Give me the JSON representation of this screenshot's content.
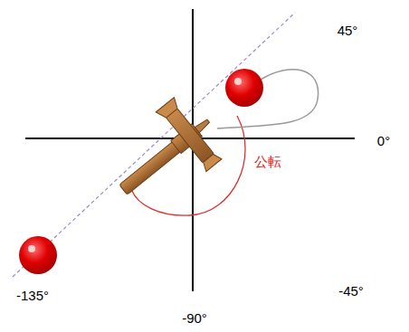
{
  "diagram": {
    "labels": [
      "45°",
      "0°",
      "-45°",
      "-90°",
      "-135°",
      "公転"
    ]
  }
}
